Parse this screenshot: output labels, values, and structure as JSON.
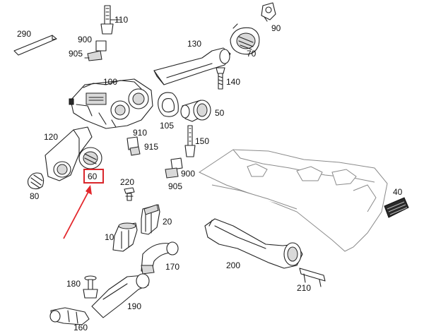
{
  "labels": {
    "p290": "290",
    "p110": "110",
    "p900a": "900",
    "p905a": "905",
    "p90": "90",
    "p130": "130",
    "p70": "70",
    "p100": "100",
    "p140": "140",
    "p105": "105",
    "p50": "50",
    "p120": "120",
    "p910": "910",
    "p915": "915",
    "p150": "150",
    "p60": "60",
    "p220": "220",
    "p900b": "900",
    "p905b": "905",
    "p80": "80",
    "p40": "40",
    "p20": "20",
    "p10": "10",
    "p170": "170",
    "p200": "200",
    "p180": "180",
    "p210": "210",
    "p190": "190",
    "p160": "160"
  },
  "highlight": {
    "part": "60",
    "box_color": "#d9262b",
    "arrow_color": "#e3262b"
  }
}
